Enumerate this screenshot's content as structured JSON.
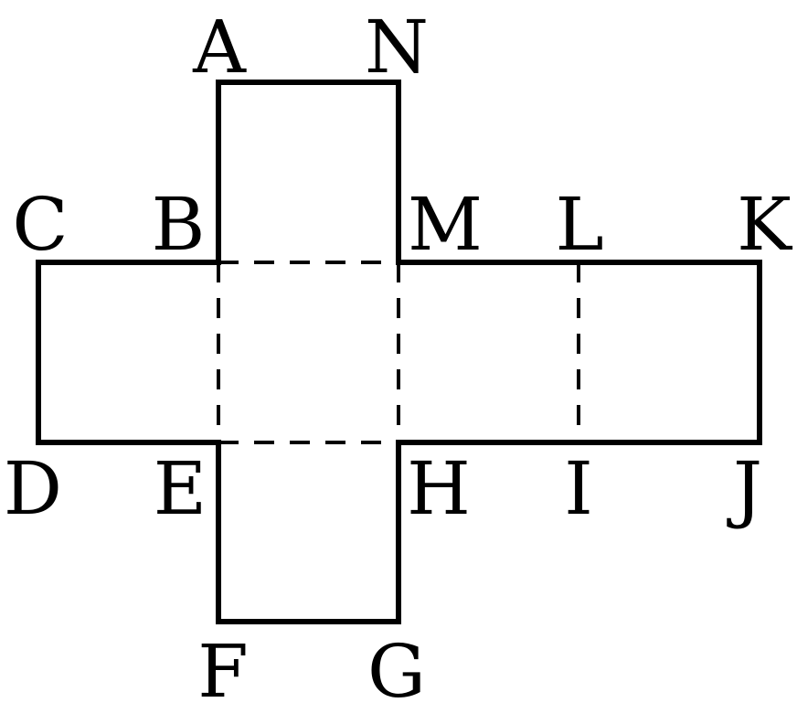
{
  "net": {
    "labels": {
      "A": "A",
      "N": "N",
      "C": "C",
      "B": "B",
      "M": "M",
      "L": "L",
      "K": "K",
      "D": "D",
      "E": "E",
      "H": "H",
      "I": "I",
      "J": "J",
      "F": "F",
      "G": "G"
    },
    "colors": {
      "stroke": "#000000",
      "background": "#ffffff"
    }
  }
}
